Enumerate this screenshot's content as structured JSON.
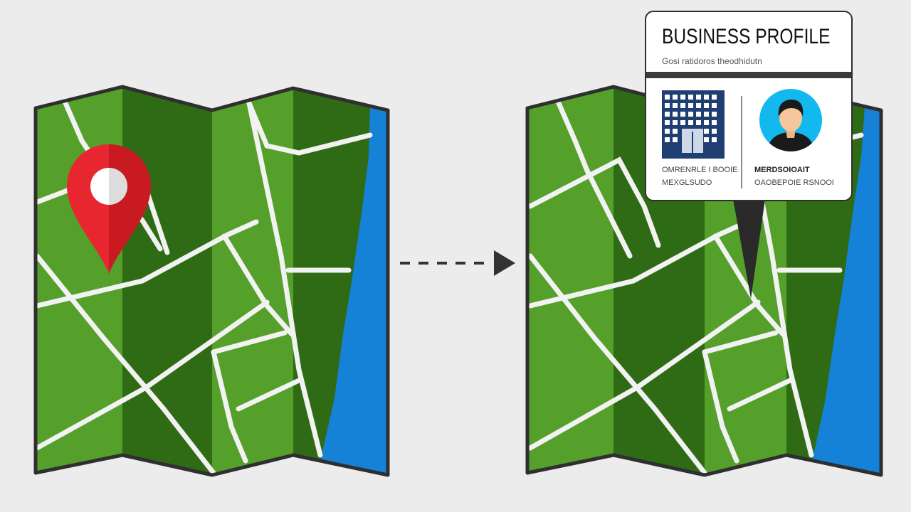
{
  "card": {
    "title": "BUSINESS PROFILE",
    "subtitle": "Gosi ratidoros theodhidutn",
    "left_line1": "OMRENRLE I BOOIE",
    "left_line2": "MEXGLSUDO",
    "right_line1": "MERDSOIOAIT",
    "right_line2": "OAOBEPOIE RSNOOI"
  },
  "icons": {
    "pin": "map-pin-icon",
    "arrow": "dashed-arrow-right-icon",
    "building": "office-building-icon",
    "person": "person-avatar-icon"
  },
  "colors": {
    "map_light": "#55a02a",
    "map_dark": "#2f6b15",
    "water": "#1582d8",
    "road": "#f2f2f2",
    "pin": "#e8262f",
    "avatar_bg": "#13b9ee"
  }
}
